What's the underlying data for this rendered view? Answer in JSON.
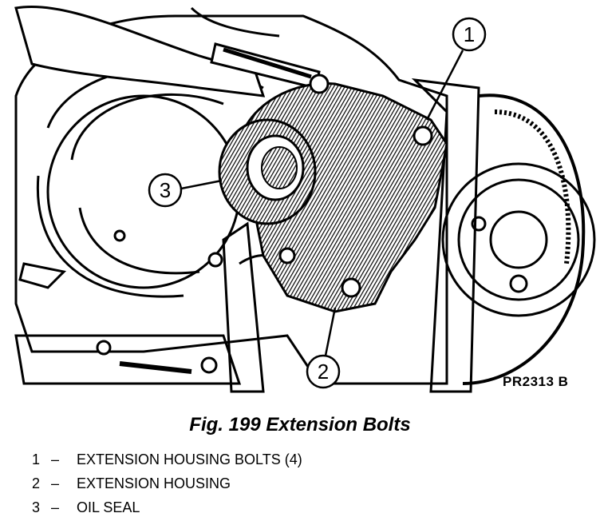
{
  "figure": {
    "code": "PR2313 B",
    "caption": "Fig. 199 Extension Bolts",
    "callouts": [
      "1",
      "2",
      "3"
    ]
  },
  "legend": [
    {
      "num": "1",
      "dash": "–",
      "text": "EXTENSION HOUSING BOLTS (4)"
    },
    {
      "num": "2",
      "dash": "–",
      "text": "EXTENSION HOUSING"
    },
    {
      "num": "3",
      "dash": "–",
      "text": "OIL SEAL"
    }
  ]
}
